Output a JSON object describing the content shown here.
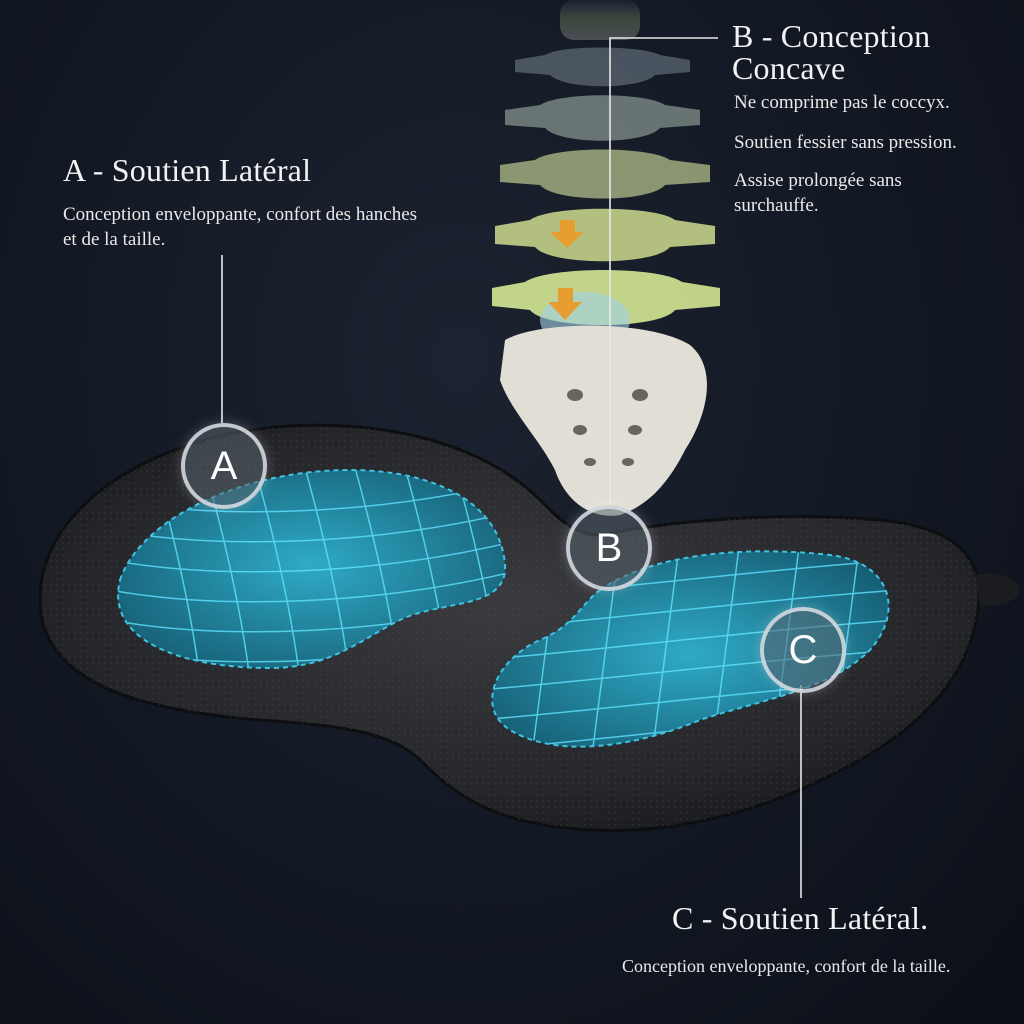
{
  "sections": {
    "a": {
      "marker": "A",
      "title": "A - Soutien Latéral",
      "description": "Conception enveloppante, confort des hanches et de la taille."
    },
    "b": {
      "marker": "B",
      "title_line1": "B - Conception",
      "title_line2": "Concave",
      "point1": "Ne comprime pas le coccyx.",
      "point2": "Soutien fessier sans pression.",
      "point3": "Assise prolongée sans surchauffe."
    },
    "c": {
      "marker": "C",
      "title": "C - Soutien Latéral.",
      "description": "Conception enveloppante, confort de la taille."
    }
  },
  "colors": {
    "background": "#121823",
    "cushion": "#2a2b2e",
    "cushion_edge": "#17181a",
    "gel_zone": "#2aa6c8",
    "grid_line": "#5fe3ff",
    "spine": "#e9e6dc",
    "spine_highlight": "#d8f27a",
    "arrow": "#f2a531",
    "text": "#f2f2f2"
  },
  "icons": {
    "marker_shape": "circle-badge",
    "spine_illustration": "spine-illustration",
    "cushion_illustration": "seat-cushion"
  }
}
